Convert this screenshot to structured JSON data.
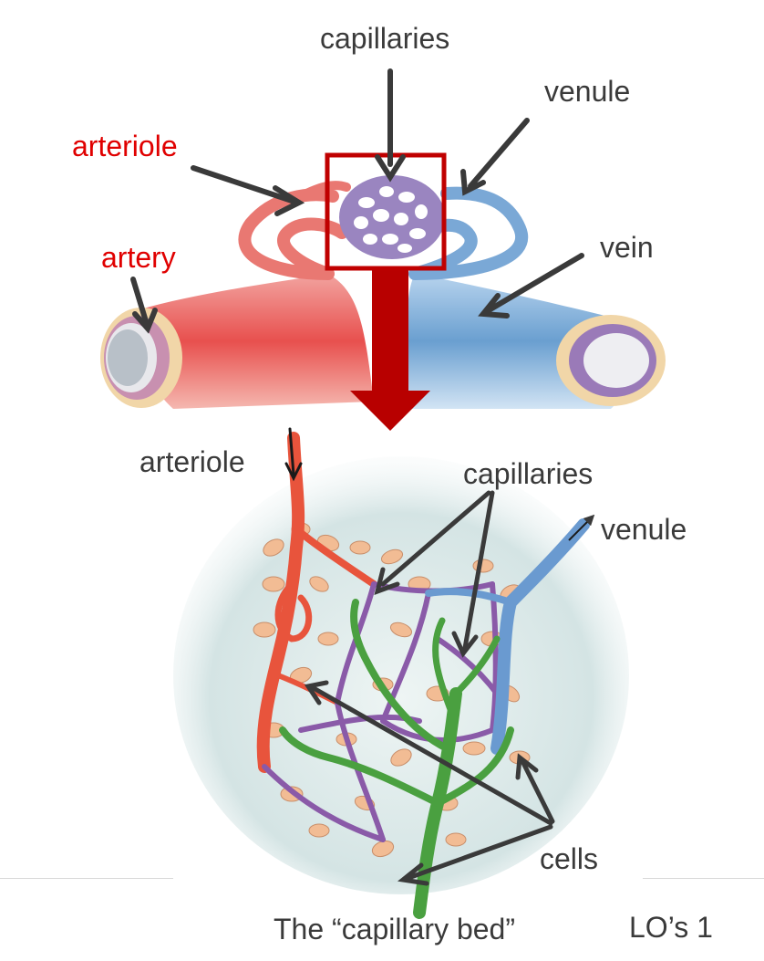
{
  "top_panel": {
    "labels": {
      "capillaries": "capillaries",
      "venule": "venule",
      "arteriole": "arteriole",
      "artery": "artery",
      "vein": "vein"
    },
    "colors": {
      "arterial": "#e8504e",
      "venous": "#6a9fd0",
      "capillary": "#9a85c0",
      "highlight_box": "#c00000",
      "zoom_arrow": "#b80000"
    }
  },
  "bottom_panel": {
    "labels": {
      "arteriole": "arteriole",
      "capillaries": "capillaries",
      "venule": "venule",
      "cells": "cells"
    },
    "colors": {
      "arteriole": "#e8543c",
      "capillaries": "#8a5aa8",
      "venule": "#6a9ad0",
      "lymphatic": "#4aa040",
      "cells": "#f0b890",
      "tissue_bg": "#d6e6e6"
    }
  },
  "caption": "The “capillary bed”",
  "slide_tag": "LO’s 1"
}
